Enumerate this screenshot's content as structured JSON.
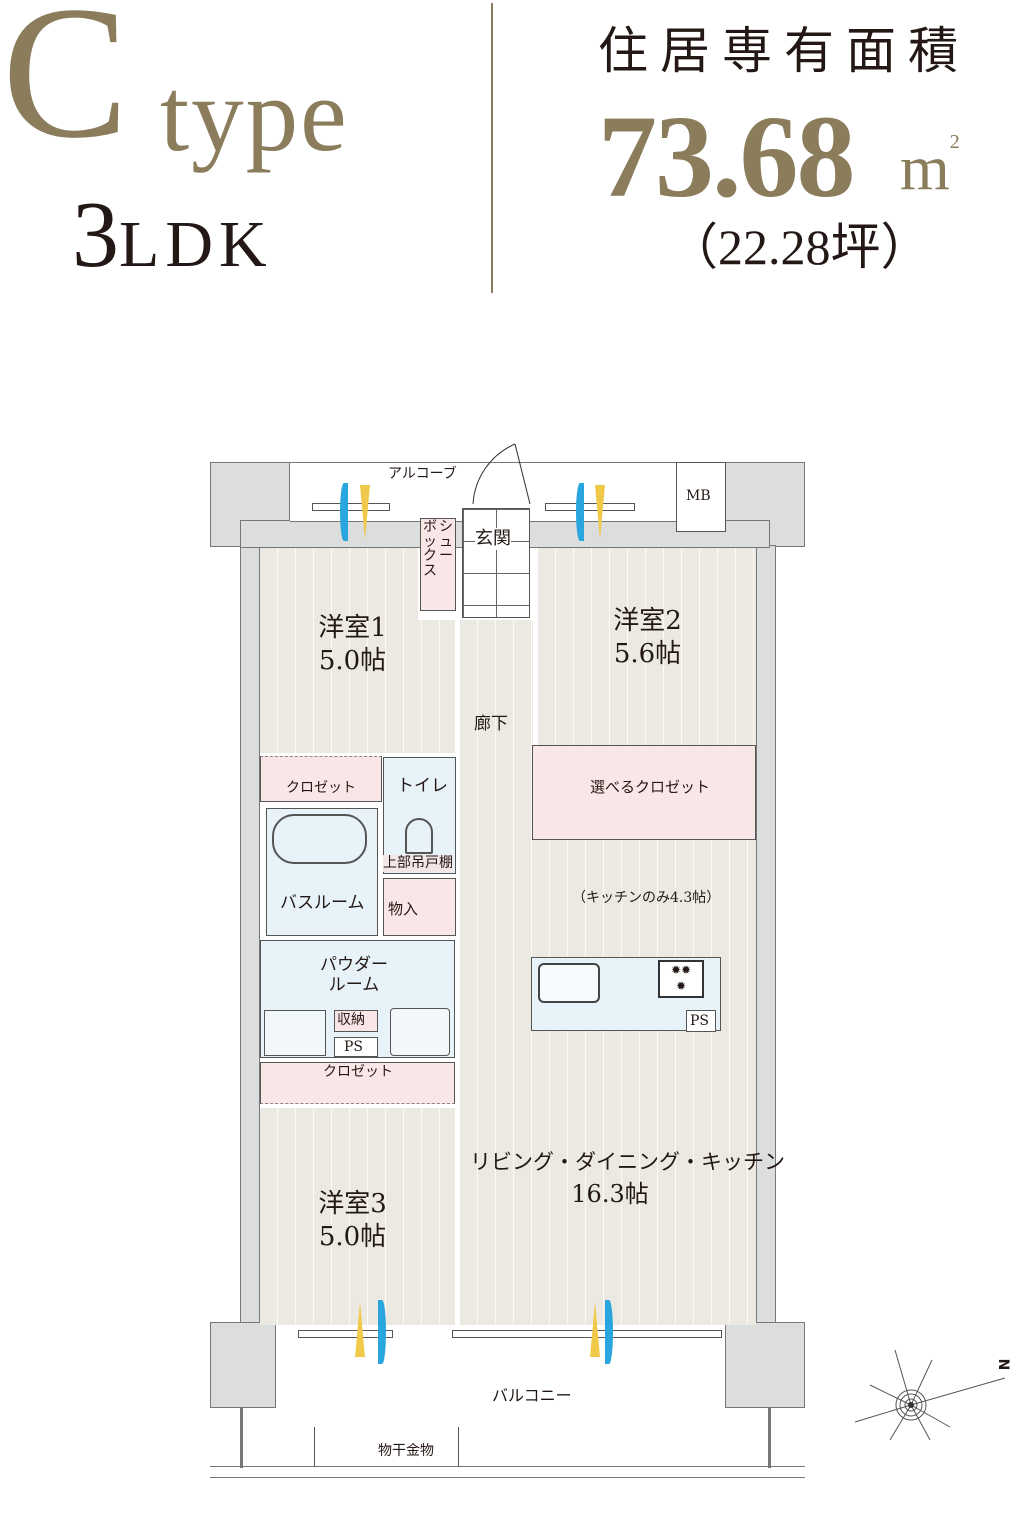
{
  "header": {
    "type_letter": "C",
    "type_word": "type",
    "layout_number": "3",
    "layout_letters": "LDK",
    "area_label": "住居専有面積",
    "area_value": "73.68",
    "area_unit": "m",
    "area_unit_sup": "2",
    "area_tsubo": "（22.28坪）"
  },
  "colors": {
    "accent_gold": "#8b7d5c",
    "text": "#231815",
    "floor": "#ebe9e2",
    "wall": "#dcdddd",
    "wet_area": "#e7f2f9",
    "storage": "#f9e6e6",
    "airflow_blue": "#2aa6de",
    "light_yellow": "#f0c84a"
  },
  "plan": {
    "alcove": "アルコーブ",
    "mb": "MB",
    "entrance": "玄関",
    "shoe_box": "シューズボックス",
    "shoe_box_col1": "シュー",
    "shoe_box_col2": "ボックス",
    "hallway": "廊下",
    "rooms": [
      {
        "name": "洋室1",
        "size": "5.0帖"
      },
      {
        "name": "洋室2",
        "size": "5.6帖"
      },
      {
        "name": "洋室3",
        "size": "5.0帖"
      }
    ],
    "ldk": {
      "name": "リビング・ダイニング・キッチン",
      "size": "16.3帖"
    },
    "kitchen_note": "（キッチンのみ4.3帖）",
    "closet1": "クロゼット",
    "closet2": "選べるクロゼット",
    "closet3": "クロゼット",
    "toilet": "トイレ",
    "upper_shelf": "上部吊戸棚",
    "storage": "物入",
    "bathroom": "バスルーム",
    "powder_room_line1": "パウダー",
    "powder_room_line2": "ルーム",
    "shuno": "収納",
    "ps_powder": "PS",
    "ps_kitchen": "PS",
    "balcony": "バルコニー",
    "laundry_hanger": "物干金物",
    "compass_label": "N"
  }
}
